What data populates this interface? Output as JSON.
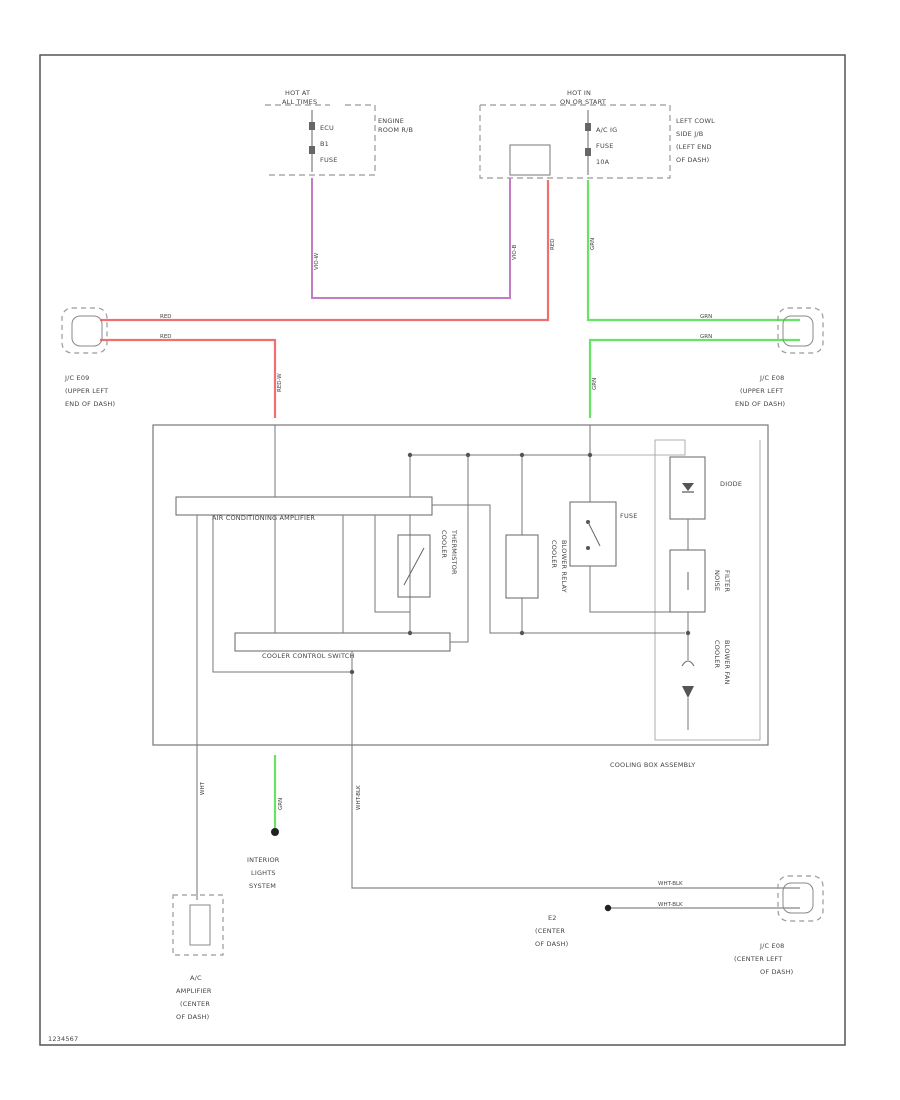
{
  "sources": {
    "hot_at_all_times": [
      "HOT AT",
      "ALL TIMES"
    ],
    "hot_in_on_start": [
      "HOT IN",
      "ON OR START"
    ],
    "engine_room_rb": [
      "ENGINE",
      "ROOM R/B"
    ],
    "ecu_b_fuse": [
      "ECU",
      "B1",
      "FUSE"
    ],
    "ecu_ig_fuse": [
      "A/C IG",
      "FUSE",
      "10A"
    ],
    "left_cowl": [
      "LEFT COWL",
      "SIDE J/B",
      "(LEFT END",
      "OF DASH)"
    ]
  },
  "wires": {
    "vio": "VIO-W",
    "vio_b": "VIO-B",
    "red": "RED",
    "red_w": "RED-W",
    "grn": "GRN",
    "grn_w": "GRN",
    "grn_b": "GRN",
    "grn_low": "GRN",
    "wht": "WHT",
    "wht_blk": "WHT-BLK",
    "wht_blk_1": "WHT-BLK",
    "wht_blk_2": "WHT-BLK"
  },
  "connectors": {
    "jc_left": [
      "J/C E09",
      "(UPPER LEFT",
      "END OF DASH)"
    ],
    "jc_right": [
      "J/C E08",
      "(UPPER LEFT",
      "END OF DASH)"
    ],
    "jc_bottom": [
      "J/C E08",
      "(CENTER LEFT",
      "OF DASH)"
    ],
    "ac_amp": [
      "A/C",
      "AMPLIFIER",
      "(CENTER",
      "OF DASH)"
    ],
    "interior": [
      "INTERIOR",
      "LIGHTS",
      "SYSTEM"
    ],
    "e2": [
      "E2",
      "(CENTER",
      "OF DASH)"
    ]
  },
  "assembly": {
    "title": "COOLING BOX ASSEMBLY",
    "amplifier": "AIR CONDITIONING AMPLIFIER",
    "switch": "COOLER CONTROL SWITCH",
    "thermistor": [
      "COOLER",
      "THERMISTOR"
    ],
    "relay": [
      "COOLER",
      "BLOWER RELAY"
    ],
    "fuse": "FUSE",
    "diode": "DIODE",
    "noise_filter": [
      "NOISE",
      "FILTER"
    ],
    "motor": [
      "COOLER",
      "BLOWER FAN"
    ]
  },
  "footer": "1234567"
}
